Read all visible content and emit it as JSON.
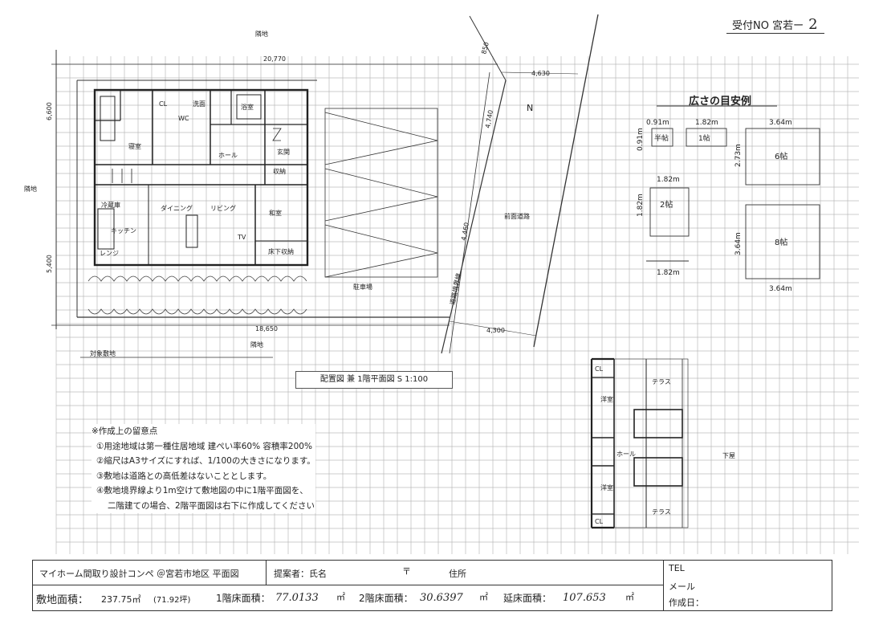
{
  "header": {
    "receipt_label": "受付NO 宮若ー",
    "receipt_number": "2"
  },
  "site": {
    "neighbor_top": "隣地",
    "neighbor_left": "隣地",
    "neighbor_bottom": "隣地",
    "target_site": "対象敷地",
    "front_road": "前面道路",
    "road_boundary": "道路境界線",
    "dim_top": "20,770",
    "dim_bottom": "18,650",
    "dim_left_upper": "6,600",
    "dim_left_lower": "5,400",
    "dim_diag_top": "4,630",
    "dim_diag_bottom": "4,300",
    "dim_road_top": "850",
    "dim_road_mid": "4,740",
    "dim_road_low": "4,460",
    "north": "N"
  },
  "floor1": {
    "rooms": [
      "CL",
      "WC",
      "洗面",
      "浴室",
      "玄関",
      "ホール",
      "寝室",
      "リビング",
      "ダイニング",
      "キッチン",
      "和室",
      "収納",
      "TV",
      "冷蔵庫",
      "レンジ",
      "床下収納",
      "駐車場"
    ]
  },
  "floor2": {
    "rooms": [
      "CL",
      "洋室",
      "テラス",
      "ホール",
      "下屋",
      "CL",
      "洋室",
      "テラス"
    ]
  },
  "guide": {
    "title": "広さの目安例",
    "half_tatami_label": "半帖",
    "one_tatami_label": "1帖",
    "two_tatami_label": "2帖",
    "six_tatami_label": "6帖",
    "eight_tatami_label": "8帖",
    "dim_091_a": "0.91m",
    "dim_091_b": "0.91m",
    "dim_182_a": "1.82m",
    "dim_182_b": "1.82m",
    "dim_182_c": "1.82m",
    "dim_182_d": "1.82m",
    "dim_364_a": "3.64m",
    "dim_364_b": "3.64m",
    "dim_364_c": "3.64m",
    "dim_273": "2.73m"
  },
  "plan_caption": "配置図 兼 1階平面図 S 1:100",
  "notes": {
    "title": "※作成上の留意点",
    "items": [
      "①用途地域は第一種住居地域 建ぺい率60% 容積率200%",
      "②縮尺はA3サイズにすれば、1/100の大きさになります。",
      "③敷地は道路との高低差はないこととします。",
      "④敷地境界線より1m空けて敷地図の中に1階平面図を、",
      "二階建ての場合、2階平面図は右下に作成してください"
    ]
  },
  "footer": {
    "contest": "マイホーム間取り設計コンペ ＠宮若市地区 平面図",
    "proposer_label": "提案者：氏名",
    "postal_mark": "〒",
    "address_label": "住所",
    "tel_label": "TEL",
    "mail_label": "メール",
    "date_label": "作成日：",
    "site_area_label": "敷地面積：",
    "site_area_value": "237.75㎡",
    "site_area_tsubo": "(71.92坪)",
    "floor1_label": "1階床面積：",
    "floor1_value": "77.0133",
    "floor2_label": "2階床面積：",
    "floor2_value": "30.6397",
    "total_label": "延床面積：",
    "total_value": "107.653",
    "unit": "㎡"
  }
}
